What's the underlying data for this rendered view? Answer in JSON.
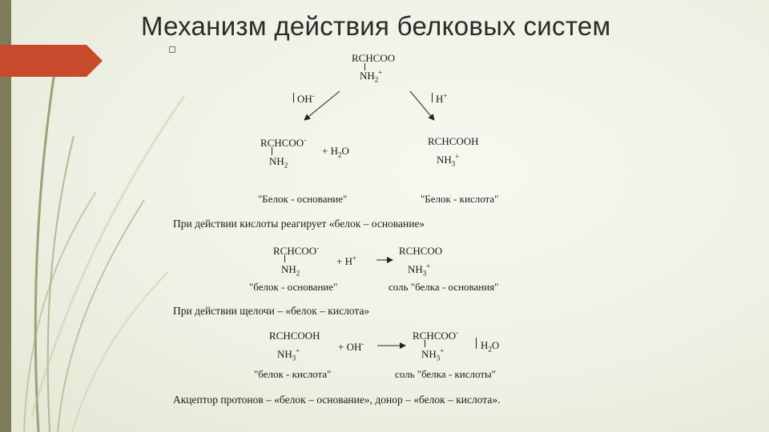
{
  "slide": {
    "title": "Механизм действия белковых систем"
  },
  "scheme": {
    "top_formula": "RCHCOO",
    "top_amino": "NH",
    "top_amino_sub": "2",
    "top_amino_sup": "+",
    "left_reagent": "OH",
    "left_reagent_sup": "-",
    "right_reagent": "H",
    "right_reagent_sup": "+",
    "left_product": "RCHCOO",
    "left_product_sup": "-",
    "left_product_plus": "+ H",
    "left_product_water_sub": "2",
    "left_product_water_o": "O",
    "left_product_amino": "NH",
    "left_product_amino_sub": "2",
    "right_product": "RCHCOOH",
    "right_product_amino": "NH",
    "right_product_amino_sub": "3",
    "right_product_amino_sup": "+",
    "left_label": "\"Белок - основание\"",
    "right_label": "\"Белок - кислота\""
  },
  "text": {
    "line1": "При действии кислоты реагирует «белок – основание»",
    "line2": "При действии щелочи – «белок – кислота»",
    "line3": "Акцептор протонов – «белок – основание», донор – «белок – кислота»."
  },
  "reaction1": {
    "reactant": "RCHCOO",
    "reactant_sup": "-",
    "reactant_amino": "NH",
    "reactant_amino_sub": "2",
    "plus": "+ H",
    "plus_sup": "+",
    "product": "RCHCOO",
    "product_amino": "NH",
    "product_amino_sub": "3",
    "product_amino_sup": "+",
    "reactant_label": "\"белок - основание\"",
    "product_label": "соль \"белка - основания\""
  },
  "reaction2": {
    "reactant": "RCHCOOH",
    "reactant_amino": "NH",
    "reactant_amino_sub": "3",
    "reactant_amino_sup": "+",
    "plus": "+ OH",
    "plus_sup": "-",
    "product": "RCHCOO",
    "product_sup": "-",
    "product_amino": "NH",
    "product_amino_sub": "3",
    "product_amino_sup": "+",
    "water": "H",
    "water_sub": "2",
    "water_o": "O",
    "reactant_label": "\"белок - кислота\"",
    "product_label": "соль \"белка - кислоты\""
  },
  "colors": {
    "accent_arrow": "#c84a2c",
    "side_bar": "#7c7b5a"
  }
}
